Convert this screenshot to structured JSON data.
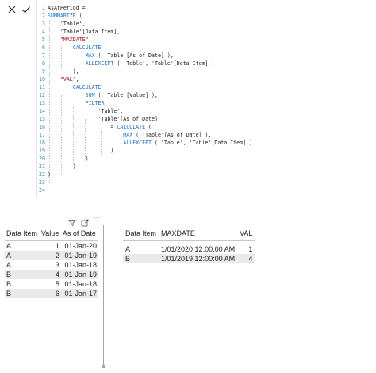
{
  "formula_bar": {
    "cancel_icon": "close-icon",
    "commit_icon": "check-icon",
    "lines": [
      {
        "n": "1",
        "t": [
          [
            "",
            "AsAtPeriod ="
          ]
        ]
      },
      {
        "n": "2",
        "t": [
          [
            "kw",
            "SUMMARIZE"
          ],
          [
            "",
            " ("
          ]
        ]
      },
      {
        "n": "3",
        "t": [
          [
            "",
            "    'Table',"
          ]
        ]
      },
      {
        "n": "4",
        "t": [
          [
            "",
            "    'Table'[Data Item],"
          ]
        ]
      },
      {
        "n": "5",
        "t": [
          [
            "",
            "    "
          ],
          [
            "str",
            "\"MAXDATE\""
          ],
          [
            "",
            ","
          ]
        ]
      },
      {
        "n": "6",
        "t": [
          [
            "",
            "        "
          ],
          [
            "kw",
            "CALCULATE"
          ],
          [
            "",
            " ("
          ]
        ]
      },
      {
        "n": "7",
        "t": [
          [
            "",
            "            "
          ],
          [
            "kw",
            "MAX"
          ],
          [
            "",
            " ( 'Table'[As of Date] ),"
          ]
        ]
      },
      {
        "n": "8",
        "t": [
          [
            "",
            "            "
          ],
          [
            "kw",
            "ALLEXCEPT"
          ],
          [
            "",
            " ( 'Table', 'Table'[Data Item] )"
          ]
        ]
      },
      {
        "n": "9",
        "t": [
          [
            "",
            "        ),"
          ]
        ]
      },
      {
        "n": "10",
        "t": [
          [
            "",
            "    "
          ],
          [
            "str",
            "\"VAL\""
          ],
          [
            "",
            ","
          ]
        ]
      },
      {
        "n": "11",
        "t": [
          [
            "",
            "        "
          ],
          [
            "kw",
            "CALCULATE"
          ],
          [
            "",
            " ("
          ]
        ]
      },
      {
        "n": "12",
        "t": [
          [
            "",
            "            "
          ],
          [
            "kw",
            "SUM"
          ],
          [
            "",
            " ( 'Table'[Value] ),"
          ]
        ]
      },
      {
        "n": "13",
        "t": [
          [
            "",
            "            "
          ],
          [
            "kw",
            "FILTER"
          ],
          [
            "",
            " ("
          ]
        ]
      },
      {
        "n": "14",
        "t": [
          [
            "",
            "                'Table',"
          ]
        ]
      },
      {
        "n": "15",
        "t": [
          [
            "",
            "                'Table'[As of Date]"
          ]
        ]
      },
      {
        "n": "16",
        "t": [
          [
            "",
            "                    = "
          ],
          [
            "kw",
            "CALCULATE"
          ],
          [
            "",
            " ("
          ]
        ]
      },
      {
        "n": "17",
        "t": [
          [
            "",
            "                        "
          ],
          [
            "kw",
            "MAX"
          ],
          [
            "",
            " ( 'Table'[As of Date] ),"
          ]
        ]
      },
      {
        "n": "18",
        "t": [
          [
            "",
            "                        "
          ],
          [
            "kw",
            "ALLEXCEPT"
          ],
          [
            "",
            " ( 'Table', 'Table'[Data Item] )"
          ]
        ]
      },
      {
        "n": "19",
        "t": [
          [
            "",
            "                    )"
          ]
        ]
      },
      {
        "n": "20",
        "t": [
          [
            "",
            "            )"
          ]
        ]
      },
      {
        "n": "21",
        "t": [
          [
            "",
            "        )"
          ]
        ]
      },
      {
        "n": "22",
        "t": [
          [
            "",
            ")"
          ]
        ]
      },
      {
        "n": "23",
        "t": [
          [
            "",
            ""
          ]
        ]
      },
      {
        "n": "24",
        "t": [
          [
            "",
            ""
          ]
        ]
      }
    ]
  },
  "left_visual": {
    "header_icons": [
      "filter-icon",
      "focus-mode-icon",
      "more-options-icon"
    ],
    "more_label": "···",
    "columns": [
      "Data Item",
      "Value",
      "As of Date"
    ],
    "rows": [
      [
        "A",
        "1",
        "01-Jan-20"
      ],
      [
        "A",
        "2",
        "01-Jan-19"
      ],
      [
        "A",
        "3",
        "01-Jan-18"
      ],
      [
        "B",
        "4",
        "01-Jan-19"
      ],
      [
        "B",
        "5",
        "01-Jan-18"
      ],
      [
        "B",
        "6",
        "01-Jan-17"
      ]
    ]
  },
  "right_visual": {
    "columns": [
      "Data Item",
      "MAXDATE",
      "VAL"
    ],
    "rows": [
      [
        "A",
        "1/01/2020 12:00:00 AM",
        "1"
      ],
      [
        "B",
        "1/01/2019 12:00:00 AM",
        "4"
      ]
    ]
  }
}
